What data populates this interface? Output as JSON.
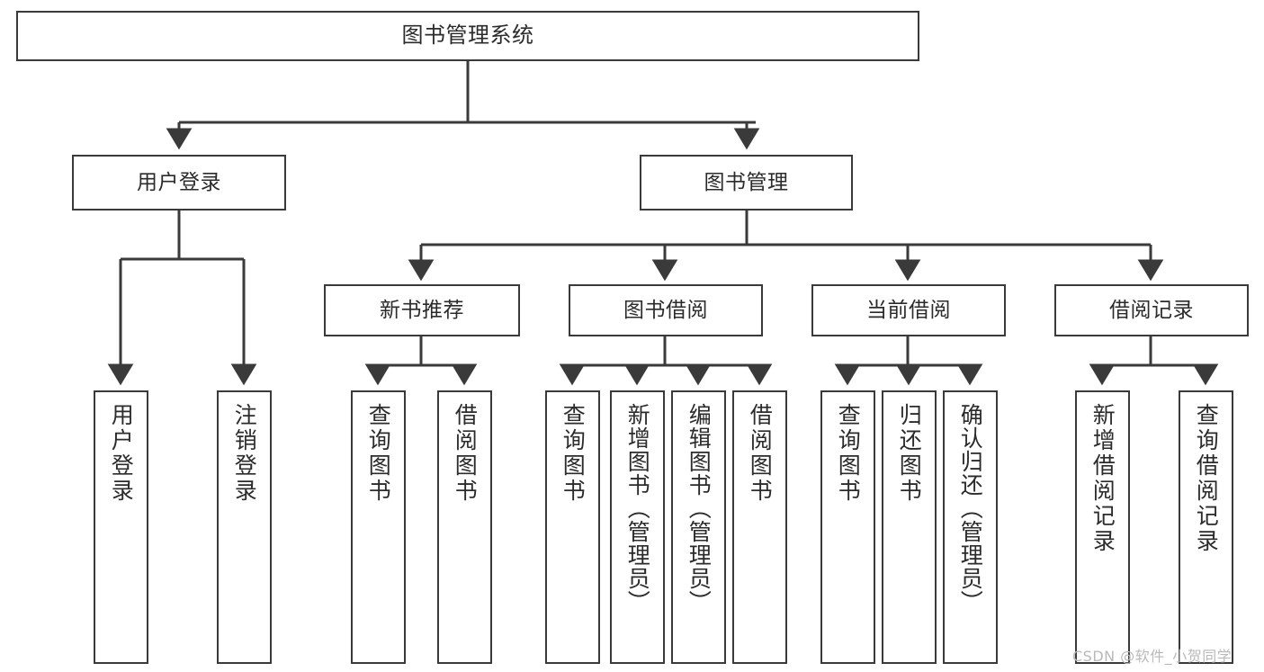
{
  "diagram": {
    "title": "图书管理系统",
    "type": "tree-hierarchy",
    "colors": {
      "background": "#ffffff",
      "node_fill": "#ffffff",
      "node_stroke": "#3a3a3a",
      "edge_stroke": "#3a3a3a",
      "text": "#2b2b2b",
      "watermark": "#b9b9b9"
    }
  },
  "root": {
    "label": "图书管理系统"
  },
  "level2": [
    {
      "id": "user-login",
      "label": "用户登录"
    },
    {
      "id": "book-management",
      "label": "图书管理"
    }
  ],
  "level3": [
    {
      "id": "new-book-recommend",
      "label": "新书推荐"
    },
    {
      "id": "book-borrow",
      "label": "图书借阅"
    },
    {
      "id": "current-borrow",
      "label": "当前借阅"
    },
    {
      "id": "borrow-record",
      "label": "借阅记录"
    }
  ],
  "leaves": {
    "user_login": [
      {
        "id": "leaf-user-login",
        "label": "用户登录"
      },
      {
        "id": "leaf-logout-login",
        "label": "注销登录"
      }
    ],
    "new_book_recommend": [
      {
        "id": "leaf-query-book-1",
        "label": "查询图书"
      },
      {
        "id": "leaf-borrow-book-1",
        "label": "借阅图书"
      }
    ],
    "book_borrow": [
      {
        "id": "leaf-query-book-2",
        "label": "查询图书"
      },
      {
        "id": "leaf-add-book",
        "label": "新增图书（管理员）"
      },
      {
        "id": "leaf-edit-book",
        "label": "编辑图书（管理员）"
      },
      {
        "id": "leaf-borrow-book-2",
        "label": "借阅图书"
      }
    ],
    "current_borrow": [
      {
        "id": "leaf-query-book-3",
        "label": "查询图书"
      },
      {
        "id": "leaf-return-book",
        "label": "归还图书"
      },
      {
        "id": "leaf-confirm-return",
        "label": "确认归还（管理员）"
      }
    ],
    "borrow_record": [
      {
        "id": "leaf-add-borrow-record",
        "label": "新增借阅记录"
      },
      {
        "id": "leaf-query-borrow-record",
        "label": "查询借阅记录"
      }
    ]
  },
  "watermark": {
    "text": "CSDN @软件_小贺同学"
  }
}
